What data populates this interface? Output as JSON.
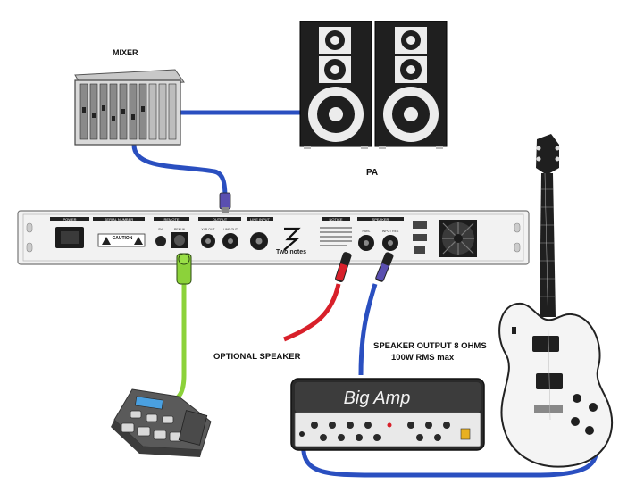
{
  "labels": {
    "mixer": "MIXER",
    "pa": "PA",
    "optional_speaker": "OPTIONAL SPEAKER",
    "speaker_output_line1": "SPEAKER OUTPUT 8 OHMS",
    "speaker_output_line2": "100W RMS max"
  },
  "rack_panel": {
    "brand": "Two notes",
    "sections": [
      "POWER",
      "SERIAL NUMBER",
      "REMOTE",
      "OUTPUT",
      "LINE INPUT",
      "NOTICE",
      "SPEAKER"
    ],
    "sub_labels": [
      "SW",
      "REM IN",
      "XLR OUT",
      "LINE OUT",
      "PARL",
      "INPUT RES"
    ],
    "caution": "CAUTION"
  },
  "amp": {
    "logo": "Big Amp"
  },
  "colors": {
    "blue_cable": "#2a4fc0",
    "red_cable": "#d8202a",
    "green_cable": "#8cd23a",
    "rack_panel": "#f2f2f2",
    "speaker_cabinet": "#1f1f1f"
  }
}
